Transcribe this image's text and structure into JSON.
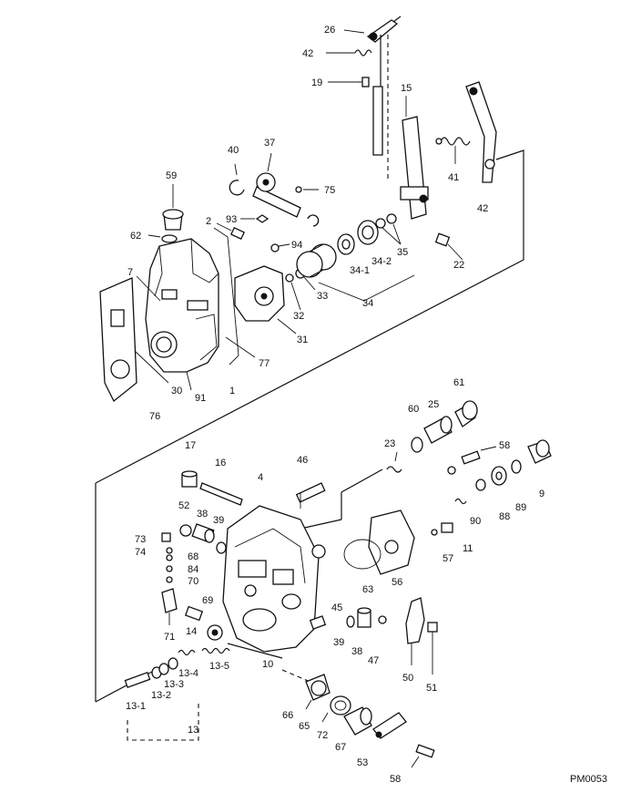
{
  "drawing_code": "PM0053",
  "callouts": [
    "26",
    "42",
    "19",
    "15",
    "41",
    "42",
    "40",
    "37",
    "75",
    "59",
    "62",
    "2",
    "93",
    "94",
    "35",
    "34-2",
    "34-1",
    "22",
    "33",
    "34",
    "32",
    "31",
    "7",
    "77",
    "1",
    "91",
    "30",
    "76",
    "61",
    "60",
    "25",
    "23",
    "58",
    "17",
    "16",
    "46",
    "4",
    "9",
    "89",
    "88",
    "90",
    "52",
    "38",
    "39",
    "11",
    "73",
    "74",
    "68",
    "84",
    "70",
    "57",
    "63",
    "56",
    "69",
    "71",
    "14",
    "45",
    "38",
    "47",
    "39",
    "50",
    "51",
    "13-4",
    "13-5",
    "10",
    "13-3",
    "13-2",
    "13-1",
    "66",
    "65",
    "72",
    "67",
    "53",
    "13",
    "58"
  ]
}
